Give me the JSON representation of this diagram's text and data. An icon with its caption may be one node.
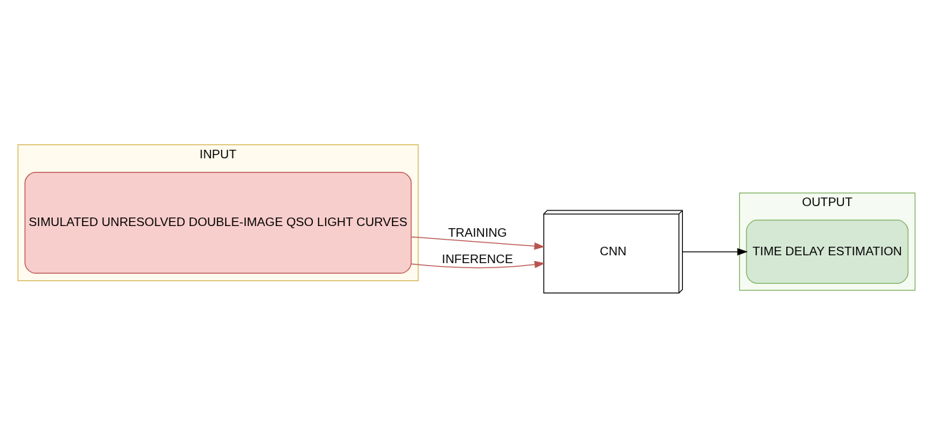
{
  "diagram": {
    "nodes": [
      {
        "text": [
          "INPUT"
        ]
      },
      {
        "text": [
          "SIMULATED UNRESOLVED DOUBLE-IMAGE QSO LIGHT CURVES"
        ],
        "in": 0
      },
      {
        "text": [
          "CNN"
        ]
      },
      {
        "text": [
          "OUTPUT"
        ]
      },
      {
        "text": [
          "TIME DELAY ESTIMATION"
        ],
        "in": 3
      }
    ],
    "edges": [
      {
        "from": 1,
        "to": 2,
        "arrow": "to",
        "label": "TRAINING",
        "color": "#b85450"
      },
      {
        "from": 1,
        "to": 2,
        "arrow": "to",
        "label": "INFERENCE",
        "color": "#b85450"
      },
      {
        "from": 2,
        "to": 4,
        "arrow": "to",
        "color": "#000000"
      }
    ]
  }
}
